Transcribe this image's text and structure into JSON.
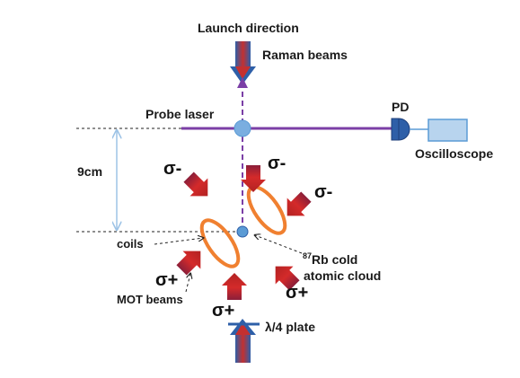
{
  "labels": {
    "launch_direction": "Launch direction",
    "raman_beams": "Raman beams",
    "probe_laser": "Probe laser",
    "pd": "PD",
    "oscilloscope": "Oscilloscope",
    "distance": "9cm",
    "coils": "coils",
    "rb_sup": "87",
    "rb_text": "Rb cold",
    "atomic_cloud": "atomic cloud",
    "mot_beams": "MOT beams",
    "waveplate": "λ/4 plate"
  },
  "polarizations": {
    "upper_left": "σ-",
    "upper_center": "σ-",
    "upper_right": "σ-",
    "lower_left": "σ+",
    "lower_right": "σ+",
    "bottom": "σ+"
  },
  "colors": {
    "arrow_red": "#d42a2a",
    "arrow_dark": "#8b1f3a",
    "beam_blue": "#2e5fa8",
    "probe_purple": "#7b3fa6",
    "coil_orange": "#f08030",
    "cloud_blue": "#5b9bd5",
    "oscilloscope_fill": "#b8d4ee",
    "dim_blue": "#9dc3e6"
  }
}
